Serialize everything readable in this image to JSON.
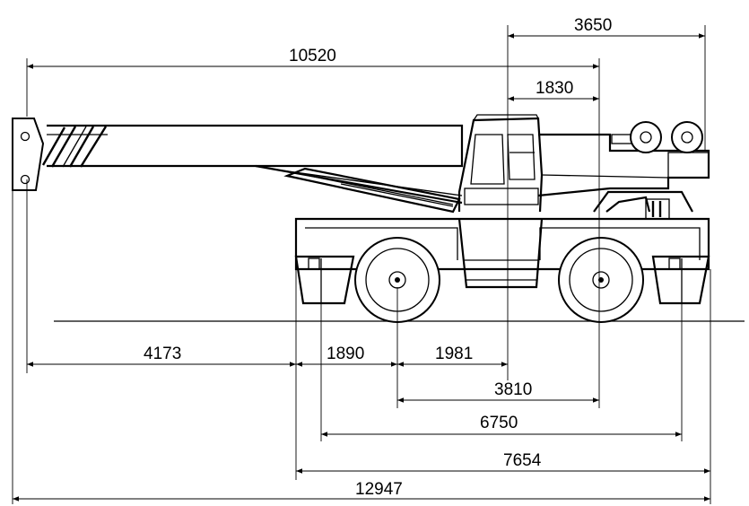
{
  "drawing": {
    "subject": "crane",
    "dimensions": {
      "overall_boom_reach": "10520",
      "rear_overhang": "3650",
      "cab_offset": "1830",
      "front_overhang": "4173",
      "front_axle_offset": "1890",
      "front_axle_to_center": "1981",
      "wheelbase": "3810",
      "outrigger_span": "6750",
      "body_length": "7654",
      "overall_length": "12947"
    }
  }
}
